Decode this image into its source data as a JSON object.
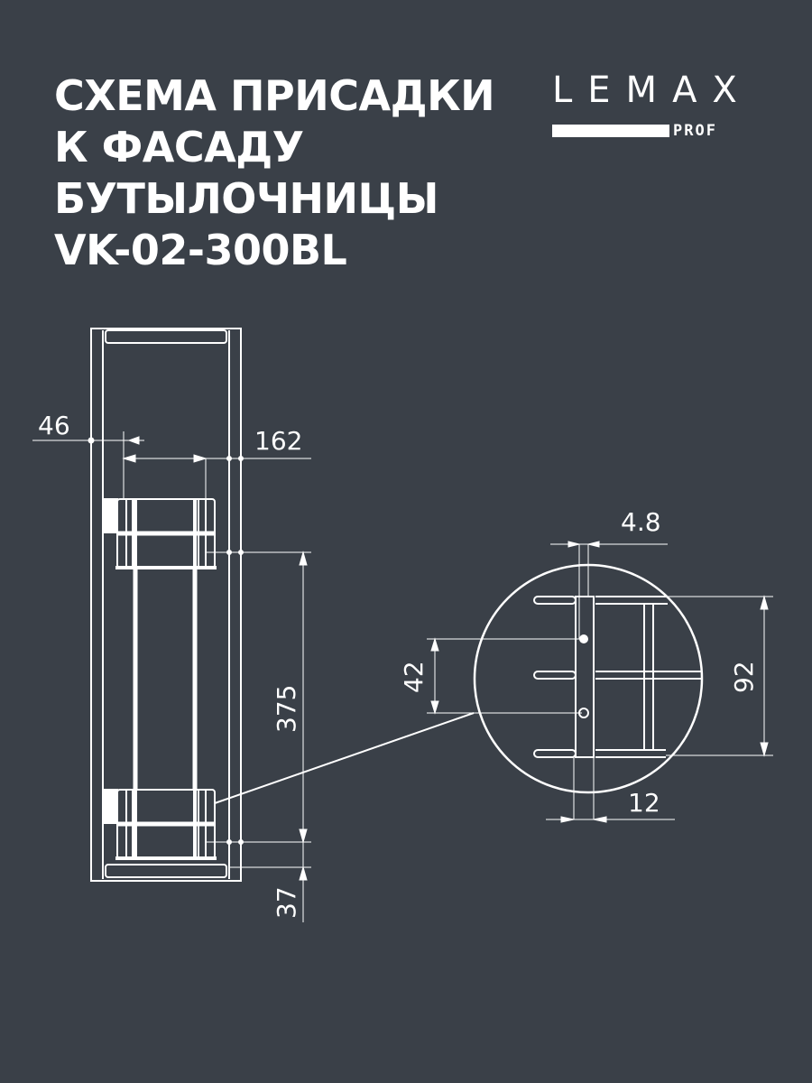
{
  "title": {
    "lines": [
      "СХЕМА ПРИСАДКИ",
      "К ФАСАДУ",
      "БУТЫЛОЧНИЦЫ",
      "VK-02-300BL"
    ]
  },
  "logo": {
    "brand": "LEMAX",
    "sub": "PROF"
  },
  "colors": {
    "background": "#3a4048",
    "lines": "#ffffff"
  },
  "dimensions": {
    "left_offset": "46",
    "width": "162",
    "vertical_spacing": "375",
    "bottom_offset": "37",
    "detail_hole_offset": "4.8",
    "detail_hole_spacing": "42",
    "detail_height": "92",
    "detail_rail_width": "12"
  }
}
